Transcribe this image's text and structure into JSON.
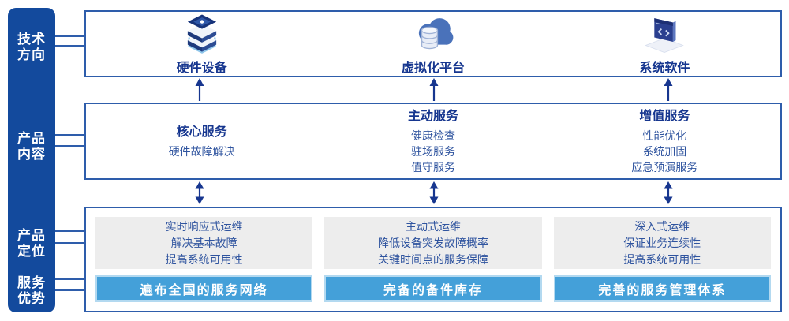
{
  "colors": {
    "sidebar_blue": "#134a9d",
    "frame_border": "#2e5dab",
    "heading_navy": "#16368f",
    "body_blue": "#2f549f",
    "gray_panel": "#ededed",
    "bar_blue": "#44a0d9",
    "bar_border": "#b3d9f0",
    "arrow_navy": "#17368f"
  },
  "sidebar": {
    "items": [
      {
        "label": "技术\n方向"
      },
      {
        "label": "产品\n内容"
      },
      {
        "label": "产品\n定位"
      },
      {
        "label": "服务\n优势"
      }
    ]
  },
  "top_row": {
    "columns": [
      {
        "icon": "server-stack-icon",
        "label": "硬件设备"
      },
      {
        "icon": "cloud-database-icon",
        "label": "虚拟化平台"
      },
      {
        "icon": "code-window-icon",
        "label": "系统软件"
      }
    ]
  },
  "services_row": {
    "columns": [
      {
        "title": "核心服务",
        "items": [
          "硬件故障解决"
        ]
      },
      {
        "title": "主动服务",
        "items": [
          "健康检查",
          "驻场服务",
          "值守服务"
        ]
      },
      {
        "title": "增值服务",
        "items": [
          "性能优化",
          "系统加固",
          "应急预演服务"
        ]
      }
    ]
  },
  "positioning_row": {
    "columns": [
      {
        "points": [
          "实时响应式运维",
          "解决基本故障",
          "提高系统可用性"
        ],
        "advantage": "遍布全国的服务网络"
      },
      {
        "points": [
          "主动式运维",
          "降低设备突发故障概率",
          "关键时间点的服务保障"
        ],
        "advantage": "完备的备件库存"
      },
      {
        "points": [
          "深入式运维",
          "保证业务连续性",
          "提高系统可用性"
        ],
        "advantage": "完善的服务管理体系"
      }
    ]
  }
}
